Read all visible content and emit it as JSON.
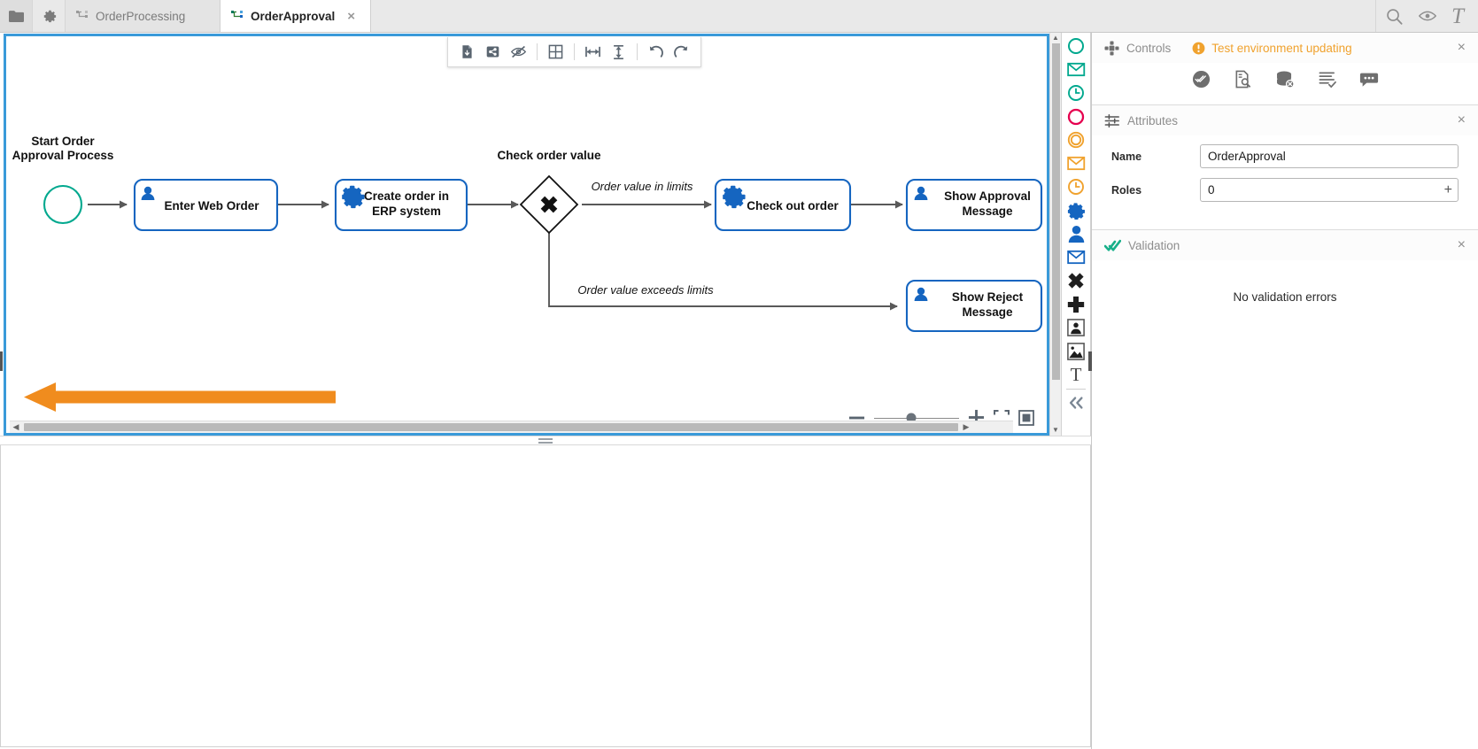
{
  "window": {
    "title": "OrderApproval"
  },
  "tabbar": {
    "folder_icon": "folder-icon",
    "settings_icon": "gear-icon",
    "tabs": [
      {
        "label": "OrderProcessing",
        "icon": "microflow-icon",
        "active": false,
        "closable": false
      },
      {
        "label": "OrderApproval",
        "icon": "microflow-icon",
        "active": true,
        "closable": true,
        "close_glyph": "×"
      }
    ],
    "right_icons": [
      {
        "name": "search-icon",
        "glyph": "search"
      },
      {
        "name": "eye-icon",
        "glyph": "eye"
      },
      {
        "name": "text-format-icon",
        "glyph": "T"
      }
    ]
  },
  "canvas_toolbar": {
    "buttons": [
      {
        "name": "export-document-icon",
        "tooltip": "Export"
      },
      {
        "name": "share-icon",
        "tooltip": "Share"
      },
      {
        "name": "hide-preview-icon",
        "tooltip": "Hide"
      },
      {
        "name": "grid-icon",
        "tooltip": "Grid"
      },
      {
        "name": "align-horizontal-icon",
        "tooltip": "Distribute horizontally"
      },
      {
        "name": "align-vertical-icon",
        "tooltip": "Distribute vertically"
      },
      {
        "name": "undo-icon",
        "tooltip": "Undo"
      },
      {
        "name": "redo-icon",
        "tooltip": "Redo"
      }
    ]
  },
  "zoom_controls": {
    "minus_label": "−",
    "plus_label": "+",
    "slider_position_pct": 44,
    "fit_icon": "fit-to-screen-icon",
    "actual_size_icon": "actual-size-icon"
  },
  "palette": {
    "items": [
      {
        "name": "palette-start-event",
        "shape": "circle",
        "color": "#00a88e"
      },
      {
        "name": "palette-start-message-event",
        "shape": "envelope",
        "color": "#00a88e"
      },
      {
        "name": "palette-start-timer-event",
        "shape": "clock",
        "color": "#00a88e"
      },
      {
        "name": "palette-end-event",
        "shape": "circle",
        "color": "#e5004f"
      },
      {
        "name": "palette-intermediate-event",
        "shape": "double-circle",
        "color": "#f0a22e"
      },
      {
        "name": "palette-intermediate-message-event",
        "shape": "envelope",
        "color": "#f0a22e"
      },
      {
        "name": "palette-intermediate-timer-event",
        "shape": "clock",
        "color": "#f0a22e"
      },
      {
        "name": "palette-service-task",
        "shape": "gear",
        "color": "#1e6fd9"
      },
      {
        "name": "palette-user-task",
        "shape": "user",
        "color": "#1e6fd9"
      },
      {
        "name": "palette-send-task",
        "shape": "envelope-outline",
        "color": "#1e6fd9"
      },
      {
        "name": "palette-exclusive-gateway",
        "shape": "x-mark",
        "color": "#222222"
      },
      {
        "name": "palette-parallel-gateway",
        "shape": "plus",
        "color": "#222222"
      },
      {
        "name": "palette-pool",
        "shape": "pool",
        "color": "#222222"
      },
      {
        "name": "palette-image",
        "shape": "image",
        "color": "#222222"
      },
      {
        "name": "palette-text-annotation",
        "shape": "text-T",
        "color": "#555555"
      },
      {
        "name": "palette-collapse",
        "shape": "chevrons-left",
        "color": "#7b8794"
      }
    ]
  },
  "diagram": {
    "labels": {
      "start_event": "Start Order\nApproval Process",
      "start_event_line1": "Start Order",
      "start_event_line2": "Approval Process",
      "gateway": "Check order value",
      "flow_yes": "Order value in limits",
      "flow_no": "Order value exceeds limits"
    },
    "nodes": [
      {
        "id": "start",
        "type": "start-event",
        "label": ""
      },
      {
        "id": "enter-web-order",
        "type": "user-task",
        "label": "Enter Web Order",
        "icon": "user-icon"
      },
      {
        "id": "create-order-erp",
        "type": "service-task",
        "label_line1": "Create order in",
        "label_line2": "ERP system",
        "icon": "gear-icon"
      },
      {
        "id": "check-order-value",
        "type": "exclusive-gateway",
        "label": "Check order value"
      },
      {
        "id": "check-out-order",
        "type": "service-task",
        "label": "Check out order",
        "icon": "gear-icon"
      },
      {
        "id": "show-approval-message",
        "type": "user-task",
        "label_line1": "Show Approval",
        "label_line2": "Message",
        "icon": "user-icon"
      },
      {
        "id": "show-reject-message",
        "type": "user-task",
        "label_line1": "Show Reject",
        "label_line2": "Message",
        "icon": "user-icon"
      }
    ],
    "colors": {
      "node_border": "#1565c0",
      "node_icon": "#1565c0",
      "start_border": "#00a88e",
      "flow_line": "#595959",
      "annotation_arrow": "#f08c1e",
      "canvas_selection": "#3a9ad9"
    }
  },
  "controls_panel": {
    "title": "Controls",
    "icon": "controls-icon",
    "status_text": "Test environment updating",
    "status_icon": "warning-icon",
    "close_glyph": "×",
    "buttons": [
      {
        "name": "validate-icon",
        "tooltip": "Validate"
      },
      {
        "name": "inspect-document-icon",
        "tooltip": "Inspect"
      },
      {
        "name": "clear-database-icon",
        "tooltip": "Clear database"
      },
      {
        "name": "log-checklist-icon",
        "tooltip": "Log"
      },
      {
        "name": "more-options-icon",
        "tooltip": "More"
      }
    ]
  },
  "attributes_panel": {
    "title": "Attributes",
    "icon": "sliders-icon",
    "close_glyph": "×",
    "fields": [
      {
        "label": "Name",
        "value": "OrderApproval",
        "placeholder": "",
        "has_plus": false
      },
      {
        "label": "Roles",
        "value": "0",
        "placeholder": "",
        "has_plus": true,
        "plus_glyph": "+"
      }
    ]
  },
  "validation_panel": {
    "title": "Validation",
    "icon": "double-check-icon",
    "close_glyph": "×",
    "message": "No validation errors"
  }
}
